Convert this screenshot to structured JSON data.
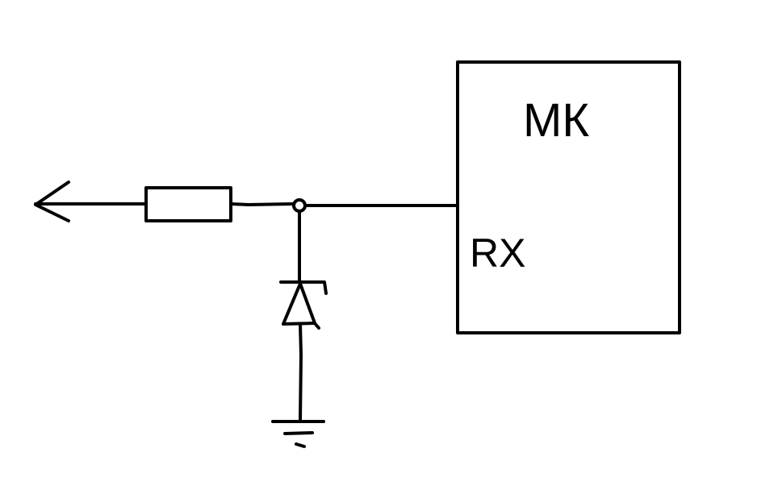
{
  "diagram": {
    "microcontroller": {
      "title": "МК",
      "pin": "RX"
    },
    "components": [
      "arrow",
      "resistor",
      "junction",
      "zener-diode",
      "ground"
    ],
    "colors": {
      "ink": "#000000",
      "background": "#ffffff"
    }
  }
}
